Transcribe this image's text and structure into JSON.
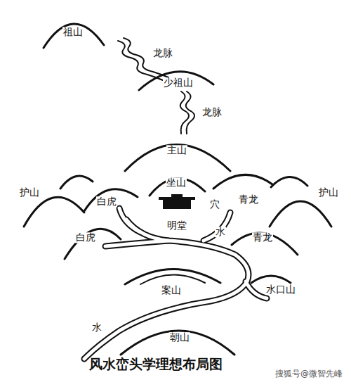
{
  "diagram": {
    "caption": "风水峦头学理想布局图",
    "labels": [
      "祖山",
      "龙脉",
      "少祖山",
      "龙脉",
      "主山",
      "坐山",
      "穴",
      "护山",
      "白虎",
      "青龙",
      "护山",
      "明堂",
      "水",
      "白虎",
      "青龙",
      "案山",
      "水口山",
      "水",
      "朝山",
      "搜狐号@微智先峰"
    ]
  }
}
